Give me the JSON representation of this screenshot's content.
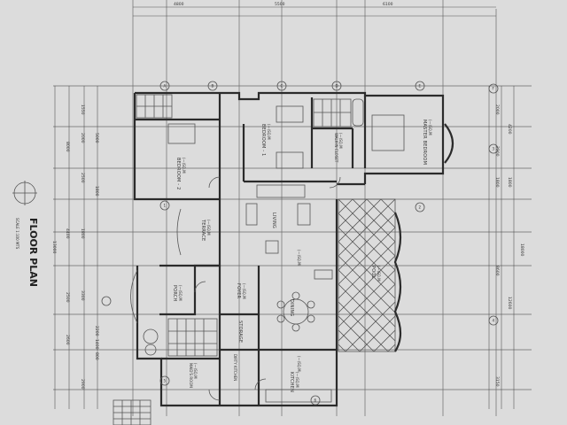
{
  "title": "FLOOR PLAN",
  "scale": "SCALE 1:100 MTS",
  "top_dims": [
    "4800",
    "5500",
    "6100"
  ],
  "left_dims": [
    "1550",
    "2000",
    "5000",
    "8000",
    "2500",
    "1800",
    "1800",
    "4400",
    "13000",
    "2500",
    "3300",
    "2600",
    "2200",
    "1400",
    "800",
    "2900"
  ],
  "right_dims": [
    "2000",
    "2200",
    "4200",
    "1800",
    "1800",
    "18000",
    "8600",
    "12600",
    "3150"
  ],
  "rooms": [
    {
      "name": "BEDROOM - 2",
      "area": "(—)SQ.M"
    },
    {
      "name": "BEDROOM - 1",
      "area": "(—)SQ.M"
    },
    {
      "name": "WALK-IN CLOSET",
      "area": "(—)SQ.M"
    },
    {
      "name": "MASTER BEDROOM",
      "area": "(—)SQ.M"
    },
    {
      "name": "TERRACE",
      "area": "(—)SQ.M"
    },
    {
      "name": "LIVING",
      "area": "(—)SQ.M"
    },
    {
      "name": "PORCH",
      "area": "(—)SQ.M"
    },
    {
      "name": "FOYER",
      "area": "(—)SQ.M"
    },
    {
      "name": "STORAGE",
      "area": ""
    },
    {
      "name": "DINING",
      "area": "(—)SQ.M"
    },
    {
      "name": "DIRTY KITCHEN",
      "area": ""
    },
    {
      "name": "KITCHEN",
      "area": "(—)SQ.M"
    },
    {
      "name": "MAID'S ROOM",
      "area": "(—)SQ.M"
    },
    {
      "name": "POOL",
      "area": "(—)SQ.M"
    }
  ],
  "grid_bubbles": [
    "A",
    "B",
    "C",
    "D",
    "E",
    "F",
    "1",
    "2",
    "3",
    "4",
    "5",
    "6"
  ],
  "colors": {
    "paper": "#dcdcdc",
    "ink": "#2b2b2b"
  }
}
